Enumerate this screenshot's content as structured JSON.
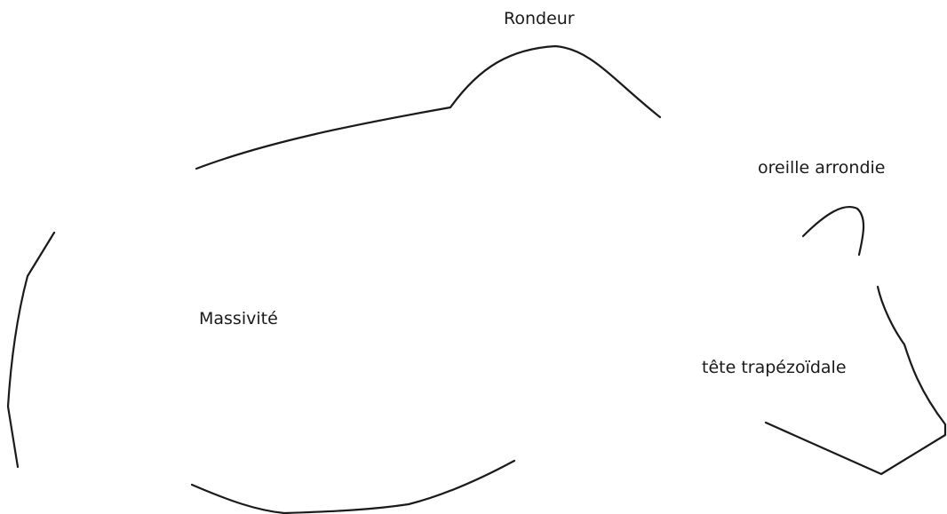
{
  "labels": {
    "rondeur": "Rondeur",
    "oreille": "oreille arrondie",
    "massivite": "Massivité",
    "tete": "tête trapézoïdale"
  },
  "colors": {
    "stroke": "#1a1a1a",
    "text": "#1a1a1a",
    "background": "#ffffff"
  }
}
